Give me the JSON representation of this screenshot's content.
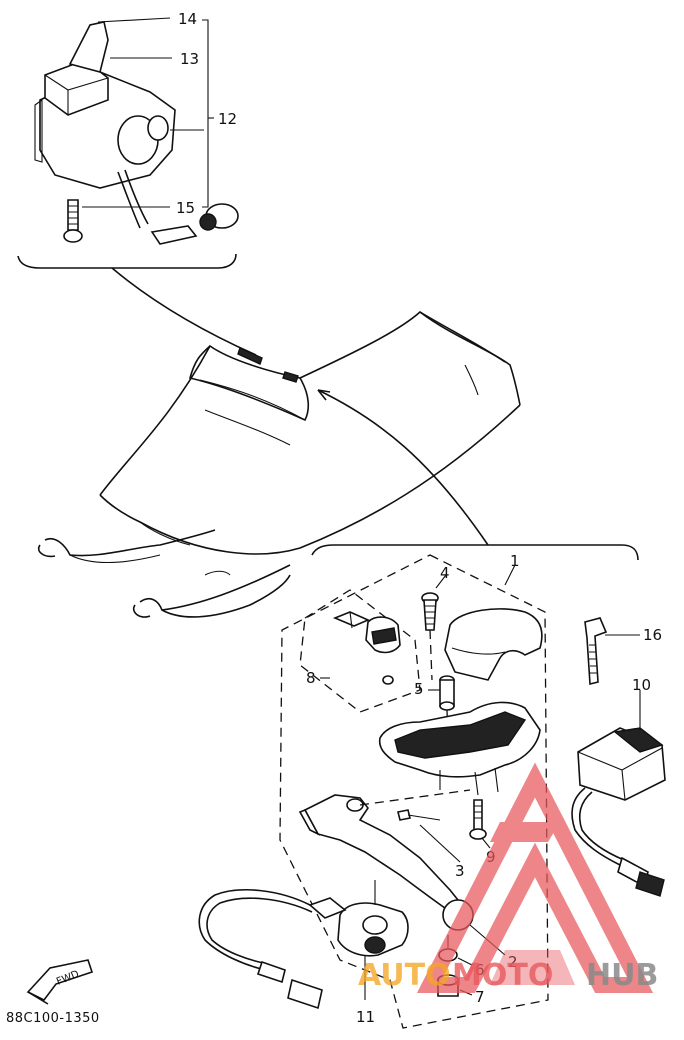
{
  "diagram": {
    "part_numbers": [
      "14",
      "13",
      "12",
      "15",
      "4",
      "1",
      "16",
      "8",
      "5",
      "10",
      "9",
      "3",
      "2",
      "6",
      "7",
      "11"
    ],
    "diagram_code": "88C100-1350",
    "fwd_label": "FWD"
  },
  "watermark": {
    "text_auto": "AUTO",
    "text_moto": "MOTO",
    "text_hub": "HUB",
    "color_orange": "#f5a623",
    "color_red": "#e8585c",
    "color_gray": "#8a8a8a"
  }
}
